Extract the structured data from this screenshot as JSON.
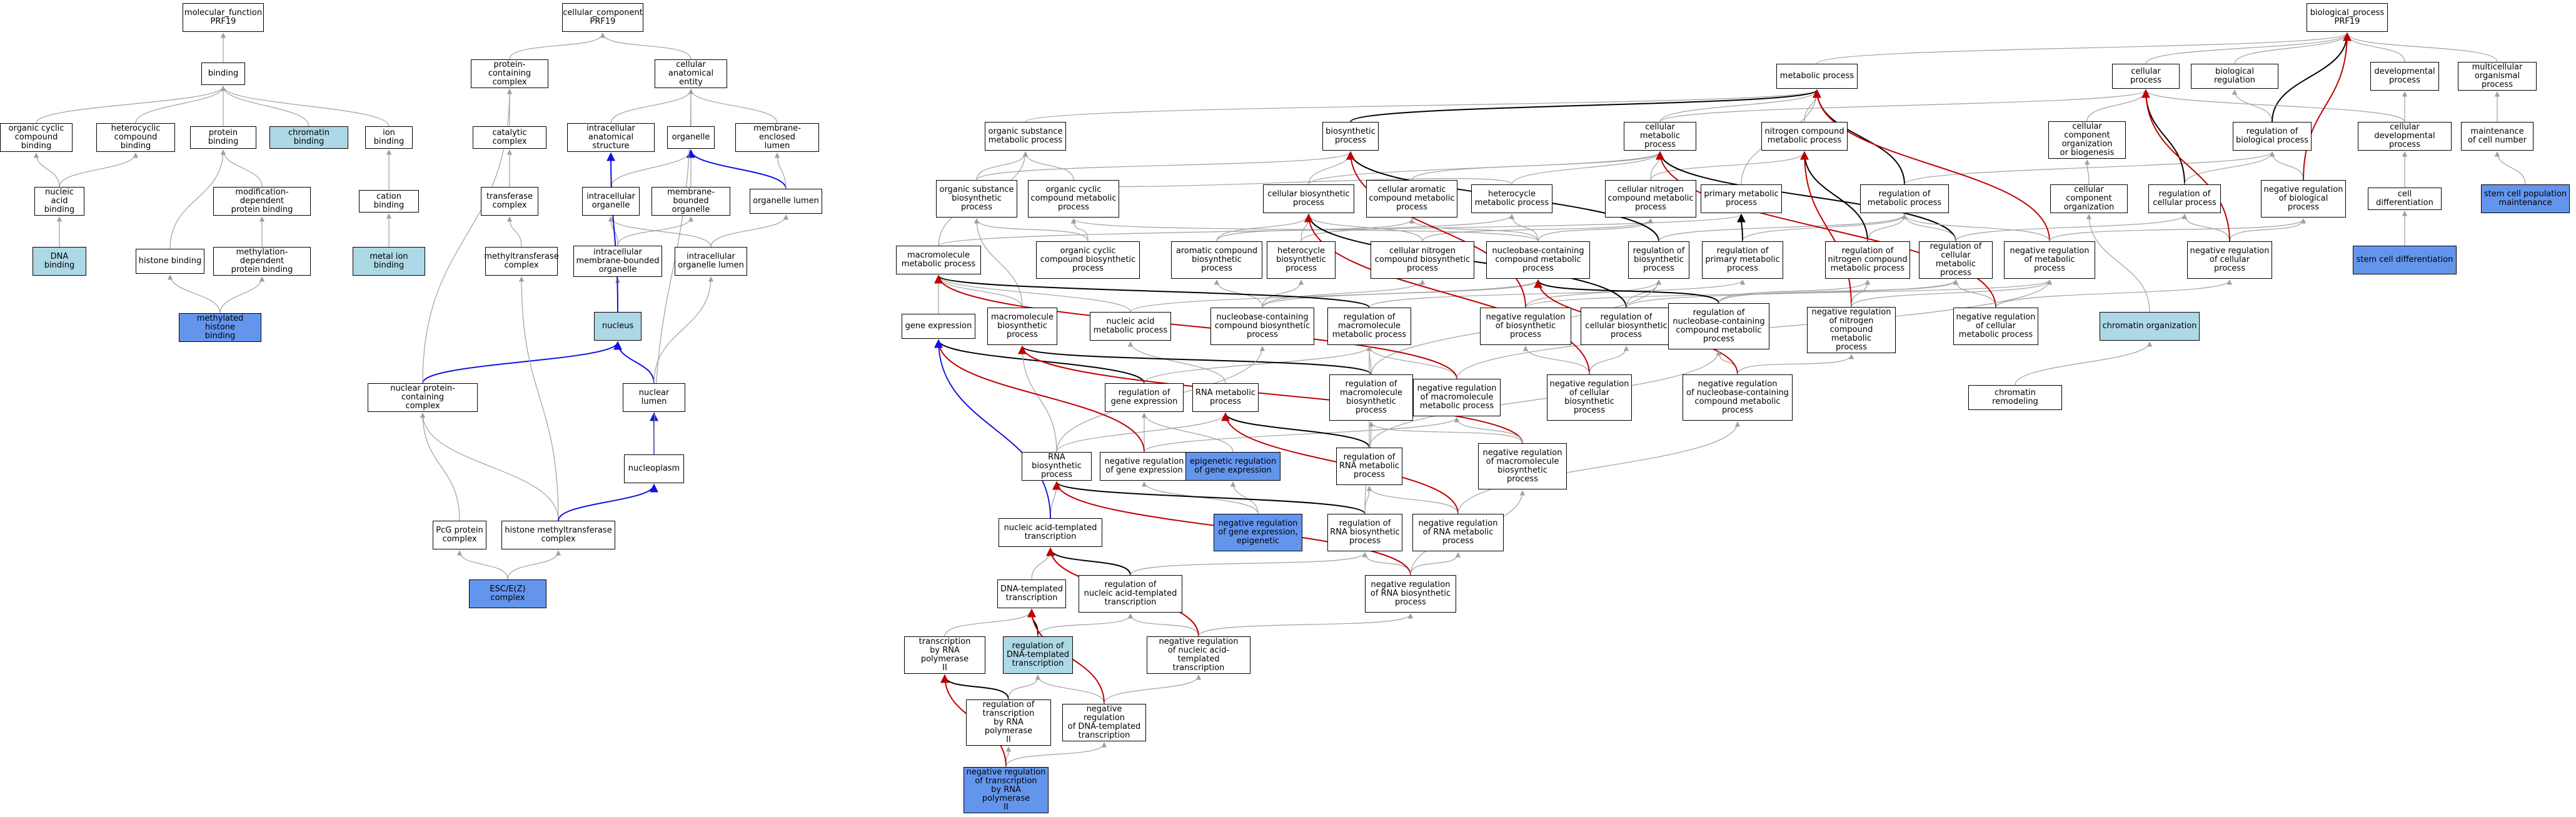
{
  "colors": {
    "light": "#add8e6",
    "dark": "#6495ed",
    "grey_edge": "#a0a0a0",
    "black_edge": "#000000",
    "red_edge": "#c00000",
    "blue_edge": "#1010e0"
  },
  "nodes": {
    "mf": "molecular_function\nPRF19",
    "binding": "binding",
    "organic_cyclic_binding": "organic cyclic\ncompound binding",
    "heterocyclic_binding": "heterocyclic\ncompound binding",
    "protein_binding": "protein binding",
    "chromatin_binding": "chromatin binding",
    "ion_binding": "ion binding",
    "nucleic_acid_binding": "nucleic acid\nbinding",
    "mod_dep_protein_binding": "modification-dependent\nprotein binding",
    "cation_binding": "cation binding",
    "dna_binding": "DNA binding",
    "histone_binding": "histone binding",
    "methylation_dep_binding": "methylation-dependent\nprotein binding",
    "metal_ion_binding": "metal ion binding",
    "methylated_histone_binding": "methylated histone\nbinding",
    "cc": "cellular_component\nPRF19",
    "protein_containing_complex": "protein-containing\ncomplex",
    "cellular_anatomical_entity": "cellular anatomical\nentity",
    "catalytic_complex": "catalytic complex",
    "intracellular_anatomical_structure": "intracellular\nanatomical structure",
    "organelle": "organelle",
    "membrane_enclosed_lumen": "membrane-enclosed\nlumen",
    "transferase_complex": "transferase\ncomplex",
    "intracellular_organelle": "intracellular\norganelle",
    "membrane_bounded_organelle": "membrane-bounded\norganelle",
    "organelle_lumen": "organelle lumen",
    "methyltransferase_complex": "methyltransferase\ncomplex",
    "intracellular_mb_organelle": "intracellular\nmembrane-bounded\norganelle",
    "intracellular_organelle_lumen": "intracellular\norganelle lumen",
    "nucleus": "nucleus",
    "nuclear_protein_complex": "nuclear protein-containing\ncomplex",
    "nuclear_lumen": "nuclear lumen",
    "nucleoplasm": "nucleoplasm",
    "pcg_complex": "PcG protein\ncomplex",
    "hmt_complex": "histone methyltransferase\ncomplex",
    "esc_ez_complex": "ESC/E(Z) complex",
    "bp": "biological_process\nPRF19",
    "metabolic_process": "metabolic process",
    "cellular_process": "cellular process",
    "biological_regulation": "biological regulation",
    "developmental_process": "developmental\nprocess",
    "multicellular_organismal_process": "multicellular\norganismal process",
    "organic_substance_metabolic": "organic substance\nmetabolic process",
    "biosynthetic_process": "biosynthetic\nprocess",
    "cellular_metabolic_process": "cellular metabolic\nprocess",
    "nitrogen_compound_metabolic": "nitrogen compound\nmetabolic process",
    "cc_organization_biogenesis": "cellular component\norganization\nor biogenesis",
    "regulation_biological_process": "regulation of\nbiological process",
    "cellular_developmental_process": "cellular developmental\nprocess",
    "maintenance_cell_number": "maintenance\nof cell number",
    "organic_substance_biosynthetic": "organic substance\nbiosynthetic\nprocess",
    "organic_cyclic_metabolic": "organic cyclic\ncompound metabolic\nprocess",
    "cellular_biosynthetic": "cellular biosynthetic\nprocess",
    "cellular_aromatic_metabolic": "cellular aromatic\ncompound metabolic\nprocess",
    "heterocycle_metabolic": "heterocycle\nmetabolic process",
    "cellular_nitrogen_metabolic": "cellular nitrogen\ncompound metabolic\nprocess",
    "primary_metabolic": "primary metabolic\nprocess",
    "regulation_metabolic": "regulation of\nmetabolic process",
    "cellular_component_organization": "cellular component\norganization",
    "regulation_cellular_process": "regulation of\ncellular process",
    "negative_regulation_biological": "negative regulation\nof biological\nprocess",
    "cell_differentiation": "cell differentiation",
    "stem_cell_population_maintenance": "stem cell population\nmaintenance",
    "macromolecule_metabolic": "macromolecule\nmetabolic process",
    "organic_cyclic_biosynthetic": "organic cyclic\ncompound biosynthetic\nprocess",
    "aromatic_biosynthetic": "aromatic compound\nbiosynthetic\nprocess",
    "heterocycle_biosynthetic": "heterocycle\nbiosynthetic\nprocess",
    "cellular_nitrogen_biosynthetic": "cellular nitrogen\ncompound biosynthetic\nprocess",
    "nucleobase_metabolic": "nucleobase-containing\ncompound metabolic\nprocess",
    "regulation_biosynthetic": "regulation of\nbiosynthetic\nprocess",
    "regulation_primary_metabolic": "regulation of\nprimary metabolic\nprocess",
    "regulation_nitrogen_metabolic": "regulation of\nnitrogen compound\nmetabolic process",
    "regulation_cellular_metabolic": "regulation of\ncellular metabolic\nprocess",
    "negative_regulation_metabolic": "negative regulation\nof metabolic\nprocess",
    "negative_regulation_cellular": "negative regulation\nof cellular\nprocess",
    "stem_cell_differentiation": "stem cell differentiation",
    "gene_expression": "gene expression",
    "macromolecule_biosynthetic": "macromolecule\nbiosynthetic\nprocess",
    "nucleic_acid_metabolic": "nucleic acid\nmetabolic process",
    "nucleobase_biosynthetic": "nucleobase-containing\ncompound biosynthetic\nprocess",
    "regulation_macromolecule_metabolic": "regulation of\nmacromolecule\nmetabolic process",
    "negative_regulation_biosynthetic": "negative regulation\nof biosynthetic\nprocess",
    "regulation_cellular_biosynthetic": "regulation of\ncellular biosynthetic\nprocess",
    "regulation_nucleobase_metabolic": "regulation of\nnucleobase-containing\ncompound metabolic\nprocess",
    "negative_regulation_nitrogen": "negative regulation\nof nitrogen\ncompound metabolic\nprocess",
    "negative_regulation_cellular_metabolic": "negative regulation\nof cellular\nmetabolic process",
    "chromatin_organization": "chromatin organization",
    "regulation_gene_expression": "regulation of\ngene expression",
    "rna_metabolic": "RNA metabolic\nprocess",
    "regulation_macromolecule_biosynthetic": "regulation of\nmacromolecule\nbiosynthetic\nprocess",
    "negative_regulation_macromolecule_metabolic": "negative regulation\nof macromolecule\nmetabolic process",
    "negative_regulation_cellular_biosynthetic": "negative regulation\nof cellular\nbiosynthetic\nprocess",
    "negative_regulation_nucleobase_metabolic": "negative regulation\nof nucleobase-containing\ncompound metabolic\nprocess",
    "chromatin_remodeling": "chromatin remodeling",
    "rna_biosynthetic": "RNA biosynthetic\nprocess",
    "negative_regulation_gene_expression": "negative regulation\nof gene expression",
    "epigenetic_regulation": "epigenetic regulation\nof gene expression",
    "regulation_rna_metabolic": "regulation of\nRNA metabolic\nprocess",
    "negative_regulation_macromolecule_biosynthetic": "negative regulation\nof macromolecule\nbiosynthetic\nprocess",
    "nucleic_acid_templated_transcription": "nucleic acid-templated\ntranscription",
    "negative_regulation_gene_expression_epigenetic": "negative regulation\nof gene expression,\nepigenetic",
    "regulation_rna_biosynthetic": "regulation of\nRNA biosynthetic\nprocess",
    "negative_regulation_rna_metabolic": "negative regulation\nof RNA metabolic\nprocess",
    "dna_templated_transcription": "DNA-templated\ntranscription",
    "regulation_na_templated_transcription": "regulation of\nnucleic acid-templated\ntranscription",
    "negative_regulation_rna_biosynthetic": "negative regulation\nof RNA biosynthetic\nprocess",
    "transcription_rna_pol": "transcription\nby RNA polymerase\nII",
    "regulation_dna_templated": "regulation of\nDNA-templated\ntranscription",
    "negative_regulation_na_templated": "negative regulation\nof nucleic acid-templated\ntranscription",
    "regulation_transcription_pol2": "regulation of\ntranscription\nby RNA polymerase\nII",
    "negative_regulation_dna_templated": "negative regulation\nof DNA-templated\ntranscription",
    "negative_regulation_transcription_pol2": "negative regulation\nof transcription\nby RNA polymerase\nII"
  }
}
